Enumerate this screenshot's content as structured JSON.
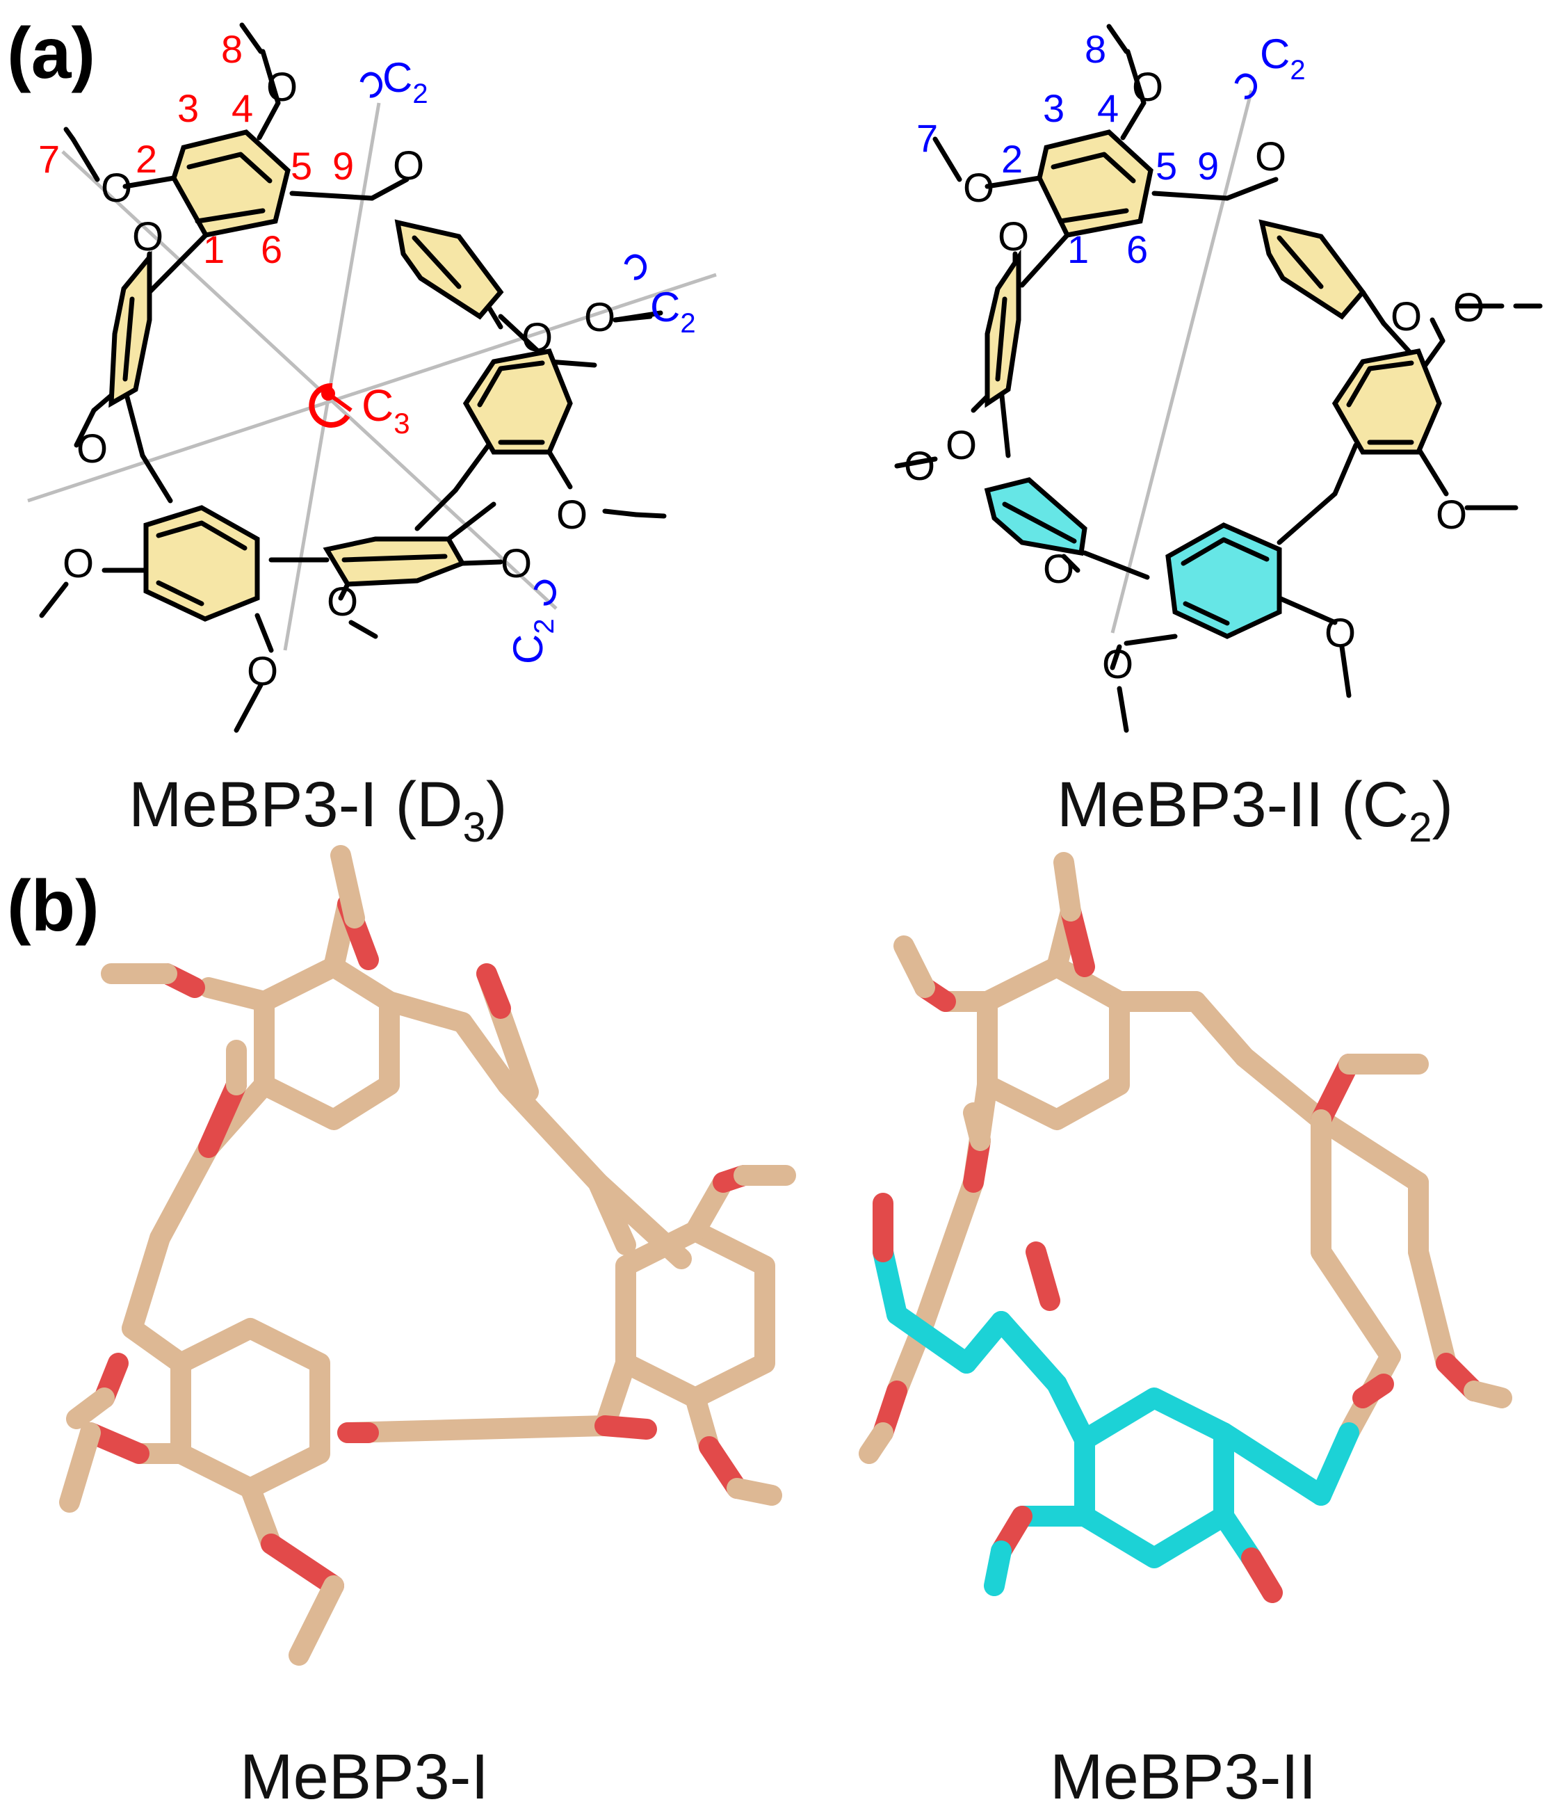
{
  "panels": {
    "a": {
      "label": "(a)",
      "left": {
        "caption_main": "MeBP3-I (D",
        "caption_sub": "3",
        "caption_close": ")",
        "atom_numbers": [
          "1",
          "2",
          "3",
          "4",
          "5",
          "6",
          "7",
          "8",
          "9"
        ],
        "number_color": "#ff0000",
        "axis_c3": "C",
        "axis_c3_sub": "3",
        "axis_c3_color": "#ff0000",
        "axis_c2": "C",
        "axis_c2_sub": "2",
        "axis_c2_color": "#0000ff",
        "ring_color": "#f6e6a6"
      },
      "right": {
        "caption_main": "MeBP3-II (C",
        "caption_sub": "2",
        "caption_close": ")",
        "atom_numbers": [
          "1",
          "2",
          "3",
          "4",
          "5",
          "6",
          "7",
          "8",
          "9"
        ],
        "number_color": "#0000ff",
        "axis_c2": "C",
        "axis_c2_sub": "2",
        "axis_c2_color": "#0000ff",
        "ring_color": "#f6e6a6",
        "flipped_ring_color": "#66e6e6"
      },
      "oxygen_symbol": "O"
    },
    "b": {
      "label": "(b)",
      "left_caption": "MeBP3-I",
      "right_caption": "MeBP3-II",
      "stick_carbon_color": "#ddb894",
      "stick_oxygen_color": "#e24a4a",
      "stick_flipped_color": "#1cd2d6"
    }
  }
}
